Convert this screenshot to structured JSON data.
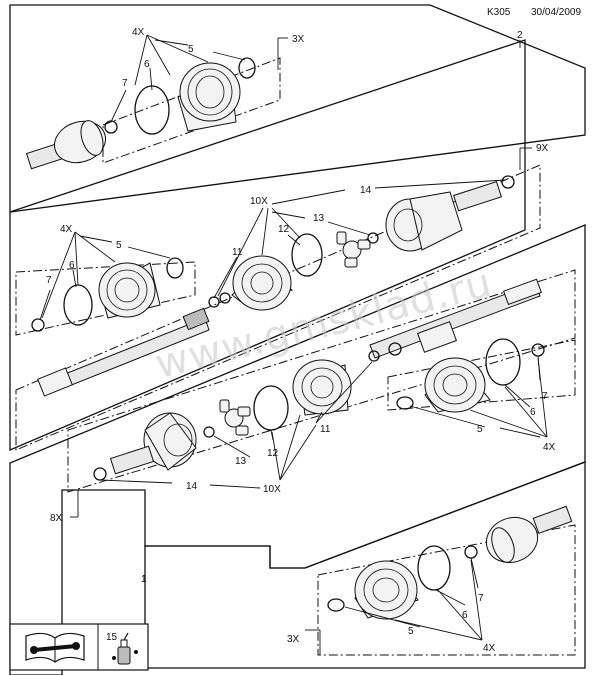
{
  "header": {
    "code": "K305",
    "date": "30/04/2009"
  },
  "watermark": "www.gmsklad.ru",
  "labels": {
    "top_panel": {
      "qty_3x": "3X",
      "ref_2": "2",
      "qty_4x": "4X",
      "ref_5": "5",
      "ref_6": "6",
      "ref_7": "7"
    },
    "panel_9x": {
      "qty_9x": "9X",
      "qty_10x": "10X",
      "ref_14": "14",
      "ref_13": "13",
      "ref_12": "12",
      "ref_11": "11",
      "qty_4x": "4X",
      "ref_5": "5",
      "ref_6": "6",
      "ref_7": "7"
    },
    "panel_8x": {
      "qty_8x": "8X",
      "ref_7": "7",
      "ref_6": "6",
      "ref_5": "5",
      "qty_4x": "4X",
      "ref_11": "11",
      "ref_12": "12",
      "ref_13": "13",
      "ref_14": "14",
      "qty_10x": "10X"
    },
    "bottom_panel": {
      "ref_1": "1",
      "qty_3x": "3X",
      "ref_5": "5",
      "ref_6": "6",
      "ref_7": "7",
      "qty_4x": "4X"
    }
  },
  "legend": {
    "ref_15": "15"
  }
}
